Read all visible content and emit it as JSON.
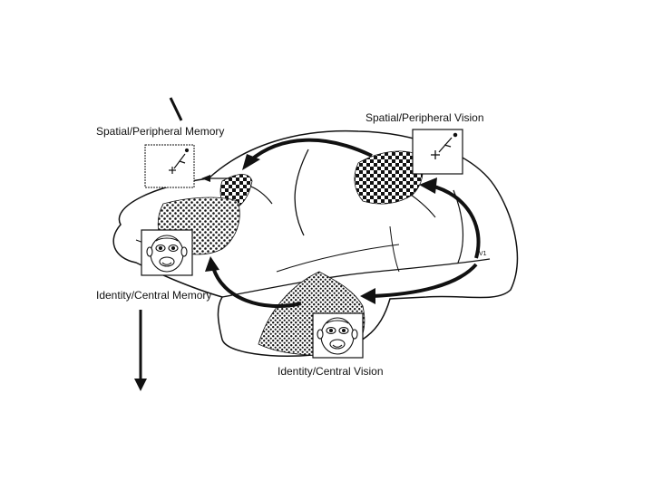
{
  "labels": {
    "spatial_peripheral_memory": "Spatial/Peripheral Memory",
    "spatial_peripheral_vision": "Spatial/Peripheral Vision",
    "identity_central_memory": "Identity/Central Memory",
    "identity_central_vision": "Identity/Central Vision",
    "v1": "V1"
  },
  "icons": {
    "spatial_memory": "moving-target-icon",
    "spatial_vision": "moving-target-icon",
    "identity_memory": "monkey-face-icon",
    "identity_vision": "monkey-face-icon"
  },
  "colors": {
    "ink": "#111111",
    "background": "#ffffff"
  }
}
